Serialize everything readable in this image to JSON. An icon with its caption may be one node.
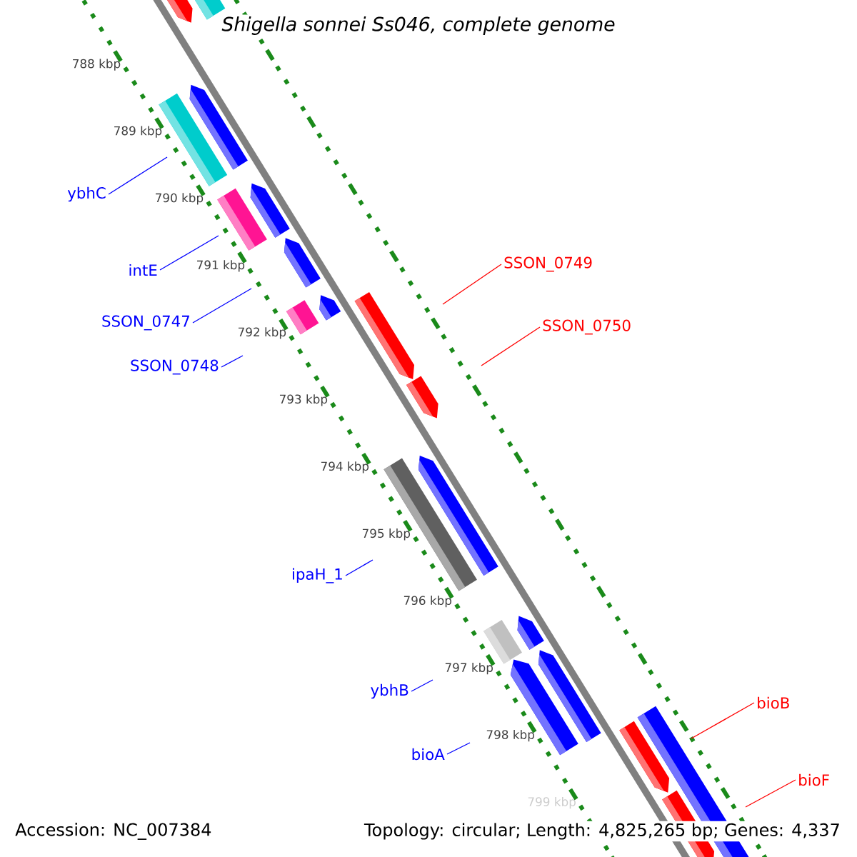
{
  "diagram": {
    "title": "Shigella sonnei Ss046, complete genome",
    "nodes": [
      {
        "text": [
          "ybhC"
        ]
      },
      {
        "text": [
          "SSON_0749"
        ]
      },
      {
        "text": [
          "intE"
        ]
      },
      {
        "text": [
          "SSON_0747"
        ]
      },
      {
        "text": [
          "SSON_0750"
        ]
      },
      {
        "text": [
          "SSON_0748"
        ]
      },
      {
        "text": [
          "ipaH_1"
        ]
      },
      {
        "text": [
          "ybhB"
        ]
      },
      {
        "text": [
          "bioB"
        ]
      },
      {
        "text": [
          "bioA"
        ]
      },
      {
        "text": [
          "bioF"
        ]
      }
    ],
    "edges": [
      {
        "from": 0,
        "to": null,
        "arrow": "none"
      },
      {
        "from": 1,
        "to": null,
        "arrow": "none",
        "color": "#ff0000"
      },
      {
        "from": 2,
        "to": null,
        "arrow": "none"
      },
      {
        "from": 3,
        "to": null,
        "arrow": "none"
      },
      {
        "from": 4,
        "to": null,
        "arrow": "none",
        "color": "#ff0000"
      },
      {
        "from": 5,
        "to": null,
        "arrow": "none"
      },
      {
        "from": 6,
        "to": null,
        "arrow": "none"
      },
      {
        "from": 7,
        "to": null,
        "arrow": "none"
      },
      {
        "from": 8,
        "to": null,
        "arrow": "none",
        "color": "#ff0000"
      },
      {
        "from": 9,
        "to": null,
        "arrow": "none"
      },
      {
        "from": 10,
        "to": null,
        "arrow": "none",
        "color": "#ff0000"
      }
    ],
    "labels": [
      "788 kbp",
      "789 kbp",
      "790 kbp",
      "791 kbp",
      "792 kbp",
      "793 kbp",
      "794 kbp",
      "795 kbp",
      "796 kbp",
      "797 kbp",
      "798 kbp",
      "799 kbp",
      "Accession: NC_007384",
      "Topology: circular; Length: 4,825,265 bp; Genes: 4,337"
    ]
  }
}
